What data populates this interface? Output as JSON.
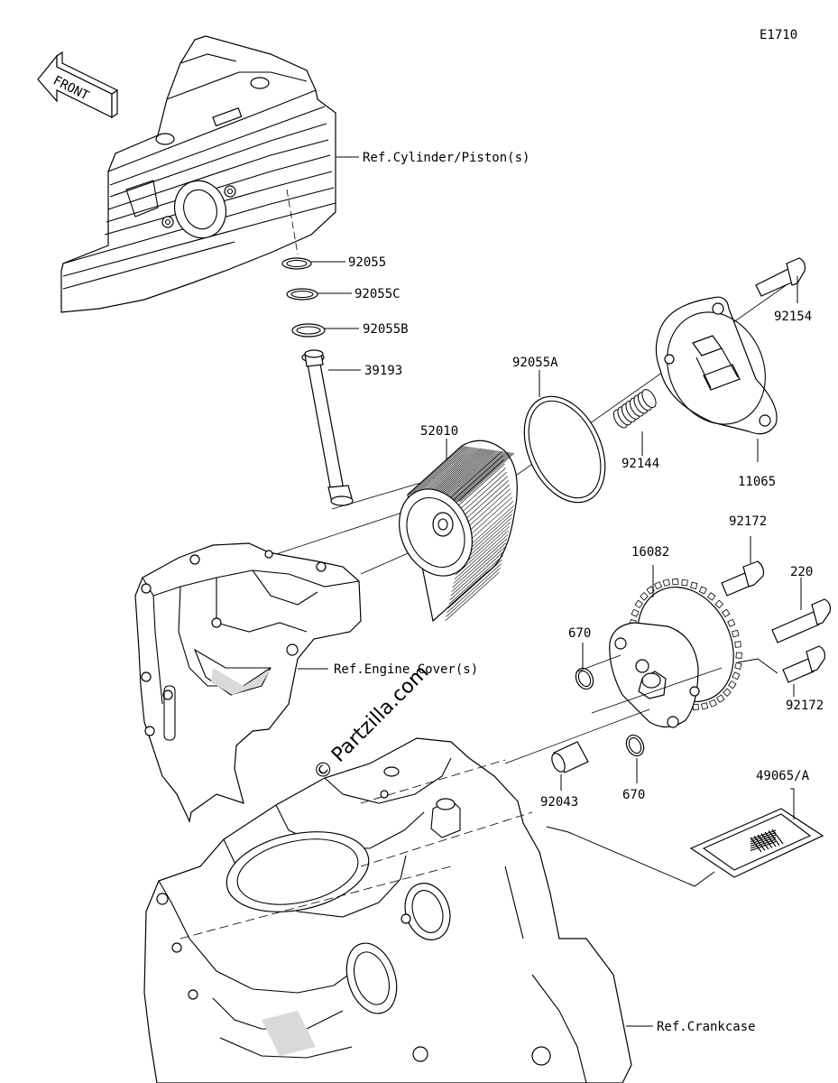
{
  "diagram_code": "E1710",
  "front_arrow": {
    "text": "FRONT",
    "icon": "front-arrow-icon"
  },
  "watermark": "© Partzilla.com",
  "references": {
    "cylinder": "Ref.Cylinder/Piston(s)",
    "engine_cover": "Ref.Engine Cover(s)",
    "crankcase": "Ref.Crankcase"
  },
  "parts": {
    "p92055": "92055",
    "p92055C": "92055C",
    "p92055B": "92055B",
    "p39193": "39193",
    "p92055A": "92055A",
    "p52010": "52010",
    "p92144": "92144",
    "p11065": "11065",
    "p92154": "92154",
    "p92172_top": "92172",
    "p16082": "16082",
    "p220": "220",
    "p92172_bottom": "92172",
    "p670_top": "670",
    "p670_bottom": "670",
    "p92043": "92043",
    "p49065A": "49065/A"
  }
}
